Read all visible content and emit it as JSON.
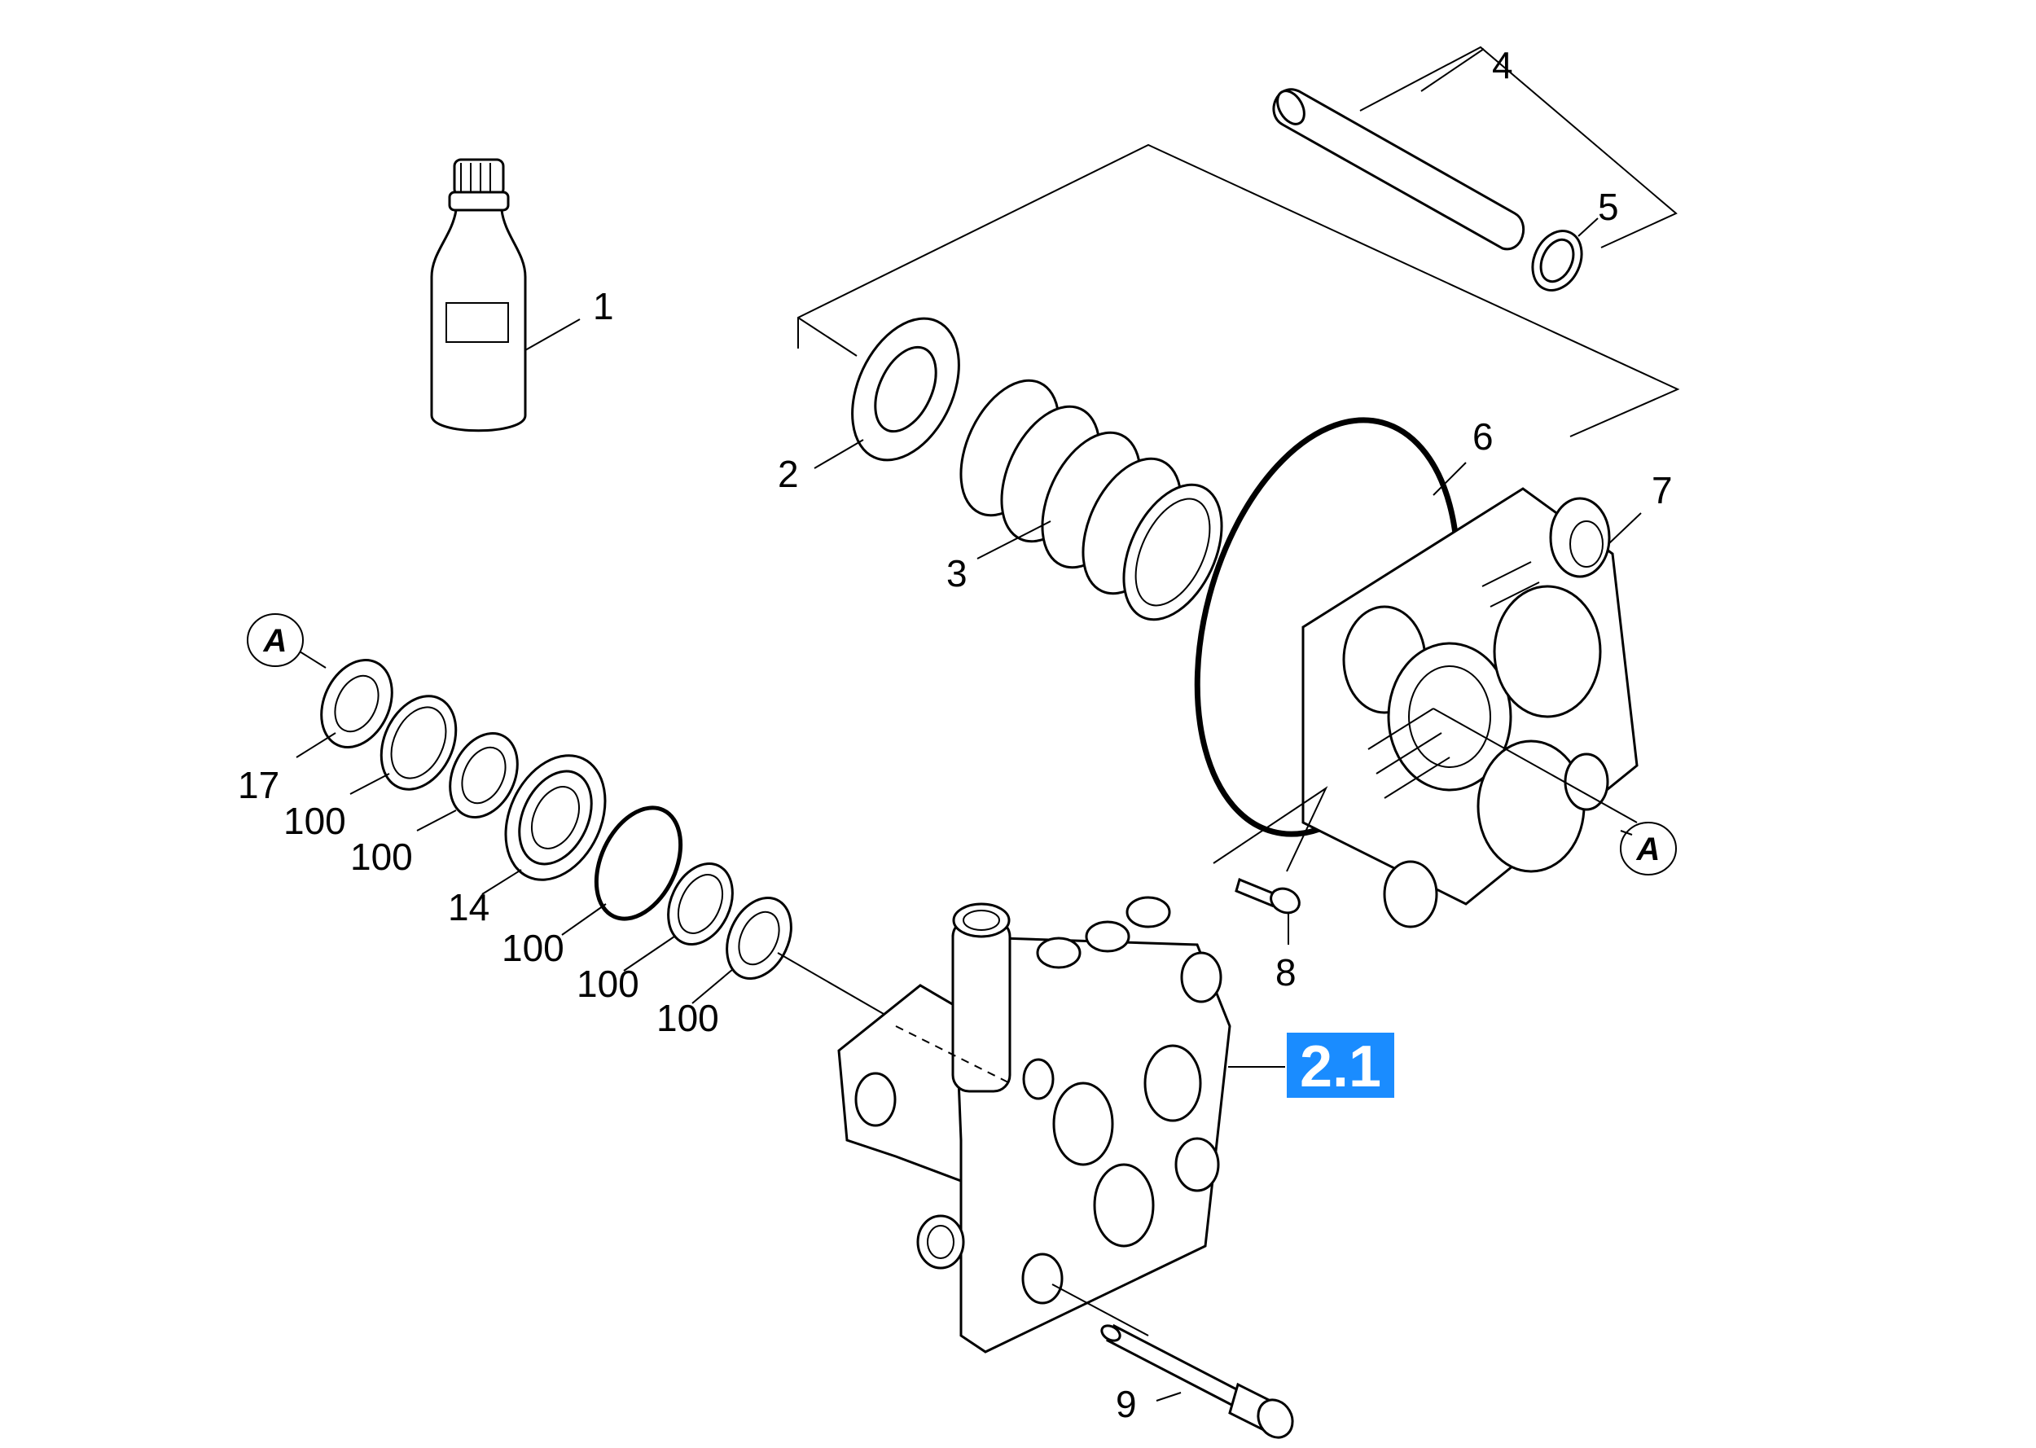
{
  "diagram": {
    "callouts": [
      {
        "id": "p1",
        "text": "1"
      },
      {
        "id": "p2",
        "text": "2"
      },
      {
        "id": "p3",
        "text": "3"
      },
      {
        "id": "p4",
        "text": "4"
      },
      {
        "id": "p5",
        "text": "5"
      },
      {
        "id": "p6",
        "text": "6"
      },
      {
        "id": "p7",
        "text": "7"
      },
      {
        "id": "p8",
        "text": "8"
      },
      {
        "id": "p9",
        "text": "9"
      },
      {
        "id": "p14",
        "text": "14"
      },
      {
        "id": "p17",
        "text": "17"
      },
      {
        "id": "p100a",
        "text": "100"
      },
      {
        "id": "p100b",
        "text": "100"
      },
      {
        "id": "p100c",
        "text": "100"
      },
      {
        "id": "p100d",
        "text": "100"
      },
      {
        "id": "p100e",
        "text": "100"
      }
    ],
    "reference_markers": [
      {
        "id": "markerA_left",
        "text": "A"
      },
      {
        "id": "markerA_right",
        "text": "A"
      }
    ],
    "assembly_badge": {
      "text": "2.1",
      "color": "#1a8cff"
    }
  }
}
